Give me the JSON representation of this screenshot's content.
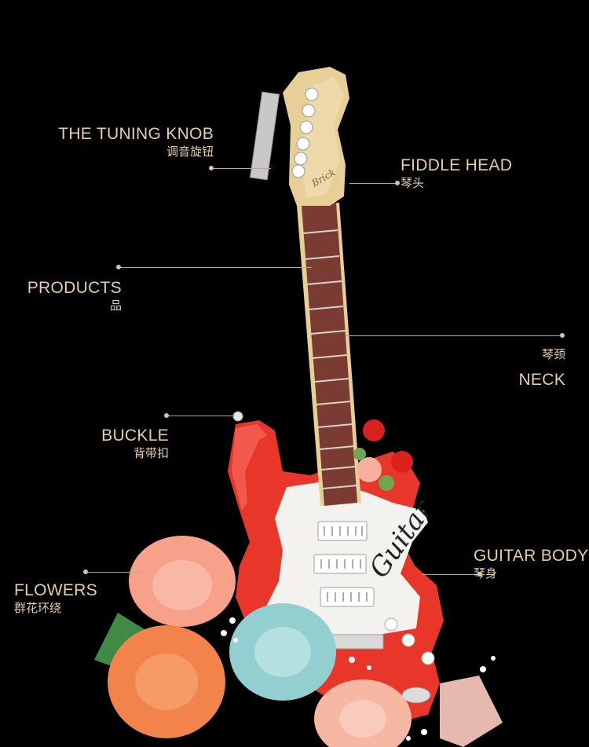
{
  "labels": {
    "tuning_knob": {
      "en": "THE TUNING KNOB",
      "cn": "调音旋钮"
    },
    "fiddle_head": {
      "en": "FIDDLE HEAD",
      "cn": "琴头"
    },
    "products": {
      "en": "PRODUCTS",
      "cn": "品"
    },
    "neck": {
      "en": "NECK",
      "cn": "琴颈"
    },
    "buckle": {
      "en": "BUCKLE",
      "cn": "背带扣"
    },
    "guitar_body": {
      "en": "GUITAR BODY",
      "cn": "琴身"
    },
    "flowers": {
      "en": "FLOWERS",
      "cn": "群花环绕"
    }
  },
  "guitar": {
    "script_text": "Guitar",
    "headstock_text": "Brick"
  },
  "colors": {
    "background": "#000000",
    "label_text": "#e3cfa6",
    "leader_line": "#b9a889",
    "body_red": "#e8372a",
    "pickguard_white": "#f4f2ee",
    "fretboard": "#7a3b33",
    "neck_wood": "#e8cf98",
    "rose_peach": "#f7a08a",
    "rose_orange": "#f2834a",
    "rose_teal": "#93cfd0",
    "rose_red": "#d8231c"
  }
}
